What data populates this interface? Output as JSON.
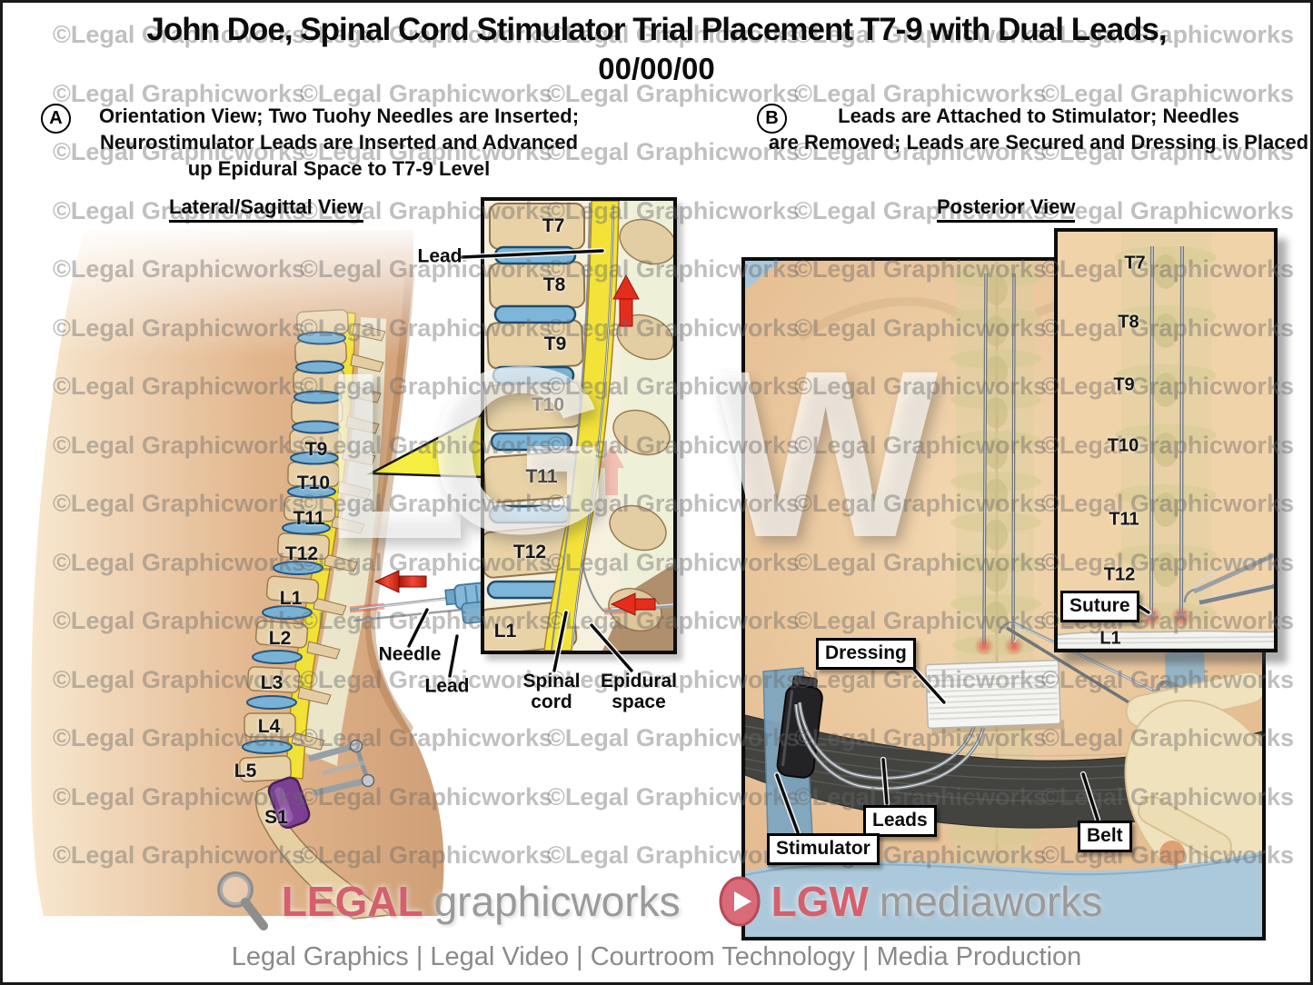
{
  "title": {
    "line1": "John Doe, Spinal Cord Stimulator Trial Placement T7-9 with Dual Leads,",
    "line2": "00/00/00"
  },
  "section_a": {
    "letter": "A",
    "line1": "Orientation View; Two Tuohy Needles are Inserted;",
    "line2": "Neurostimulator Leads are Inserted and Advanced",
    "line3": "up Epidural Space to T7-9 Level"
  },
  "section_b": {
    "letter": "B",
    "line1": "Leads are Attached to Stimulator; Needles",
    "line2": "are Removed; Leads are Secured and Dressing is Placed"
  },
  "lateral": {
    "title": "Lateral/Sagittal View",
    "vertebrae": [
      "T9",
      "T10",
      "T11",
      "T12",
      "L1",
      "L2",
      "L3",
      "L4",
      "L5",
      "S1"
    ],
    "needle_label": "Needle",
    "lead_label": "Lead"
  },
  "inset": {
    "lead_label": "Lead",
    "vertebrae": [
      "T7",
      "T8",
      "T9",
      "T10",
      "T11",
      "T12",
      "L1"
    ],
    "spinal_cord_label": "Spinal cord",
    "epidural_space_label": "Epidural space"
  },
  "posterior": {
    "title": "Posterior View",
    "dressing_label": "Dressing",
    "leads_label": "Leads",
    "stimulator_label": "Stimulator",
    "belt_label": "Belt"
  },
  "detail": {
    "vertebrae": [
      "T7",
      "T8",
      "T9",
      "T10",
      "T11",
      "T12",
      "L1"
    ],
    "suture_label": "Suture"
  },
  "watermark": {
    "text": "©Legal Graphicworks",
    "big_letters": [
      "L",
      "G",
      "W"
    ]
  },
  "footer": {
    "brand1_name": "LEGAL",
    "brand1_suffix": "graphicworks",
    "brand2_name": "LGW",
    "brand2_suffix": "mediaworks",
    "tagline": "Legal Graphics | Legal Video | Courtroom Technology | Media Production"
  },
  "colors": {
    "brand_rose": "#d4606e",
    "text_gray": "#9a9a9a",
    "watermark_gray": "#686868",
    "arrow_red": "#e02a1a",
    "canal_yellow": "#f2e136",
    "disc_blue": "#79b2d4",
    "belt": "#434340",
    "sheet_blue": "#abc9db",
    "skin": "#ecc79d"
  }
}
